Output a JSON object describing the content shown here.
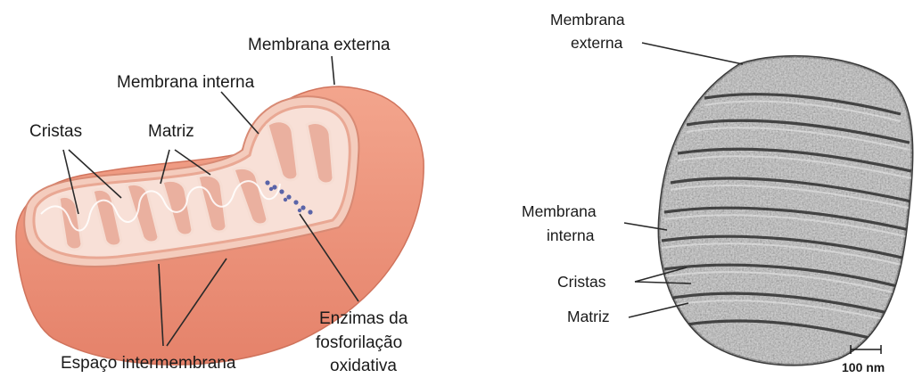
{
  "diagram": {
    "labels": {
      "membrana_externa": "Membrana  externa",
      "membrana_interna": "Membrana  interna",
      "cristas": "Cristas",
      "matriz": "Matriz",
      "enzimas_line1": "Enzimas  da",
      "enzimas_line2": "fosforilação",
      "enzimas_line3": "oxidativa",
      "espaco": "Espaço  intermembrana"
    }
  },
  "micrograph": {
    "labels": {
      "membrana_externa_line1": "Membrana",
      "membrana_externa_line2": "externa",
      "membrana_interna_line1": "Membrana",
      "membrana_interna_line2": "interna",
      "cristas": "Cristas",
      "matriz": "Matriz"
    },
    "scale_bar_label": "100 nm"
  },
  "colors": {
    "outer_membrane": "#ec8f72",
    "intermembrane_space": "#f4ccbd",
    "matrix": "#f8e0d7",
    "crista_fill": "#eab09f",
    "enzymes": "#5a64a8",
    "micrograph_bg": "#b9b9b9"
  }
}
